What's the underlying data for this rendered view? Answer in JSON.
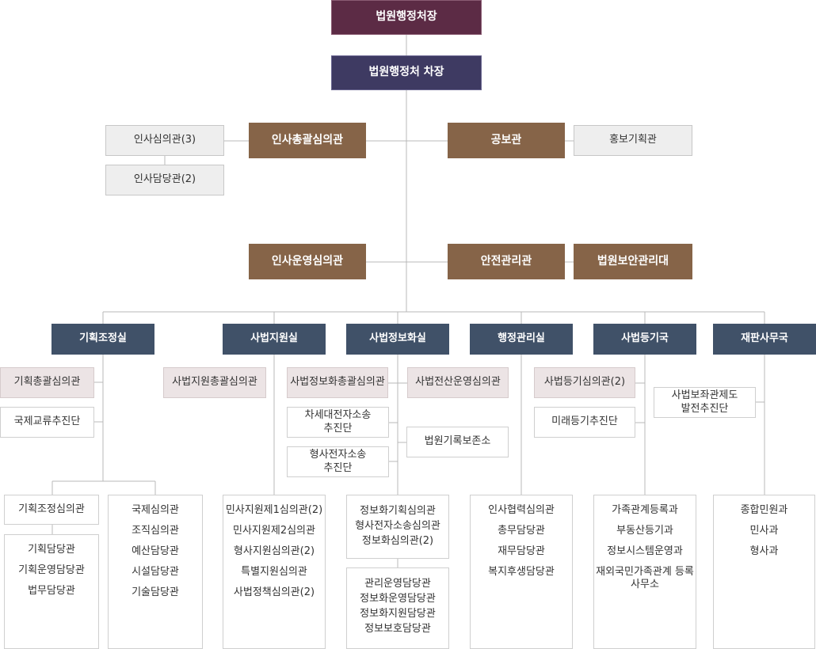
{
  "top": {
    "chief": "법원행정처장",
    "deputy": "법원행정처 차장"
  },
  "staff": {
    "hr_general": "인사총괄심의관",
    "hr_review": "인사심의관(3)",
    "hr_officer": "인사담당관(2)",
    "pr": "공보관",
    "pr_planning": "홍보기획관",
    "hr_ops": "인사운영심의관",
    "safety": "안전관리관",
    "security": "법원보안관리대"
  },
  "depts": {
    "planning": {
      "name": "기획조정실",
      "sub1": "기획총괄심의관",
      "sub2": "국제교류추진단",
      "box1_title": "기획조정심의관",
      "box1_items": [
        "기획담당관",
        "기획운영담당관",
        "법무담당관"
      ],
      "box2_items": [
        "국제심의관",
        "조직심의관",
        "예산담당관",
        "시설담당관",
        "기술담당관"
      ]
    },
    "judicial_support": {
      "name": "사법지원실",
      "sub1": "사법지원총괄심의관",
      "items": [
        "민사지원제1심의관(2)",
        "민사지원제2심의관",
        "형사지원심의관(2)",
        "특별지원심의관",
        "사법정책심의관(2)"
      ]
    },
    "it": {
      "name": "사법정보화실",
      "sub1": "사법정보화총괄심의관",
      "sub2": "사법전산운영심의관",
      "next_ecourt_1": "차세대전자소송",
      "next_ecourt_2": "추진단",
      "criminal_ecourt_1": "형사전자소송",
      "criminal_ecourt_2": "추진단",
      "archives": "법원기록보존소",
      "box1_items": [
        "정보화기획심의관",
        "형사전자소송심의관",
        "정보화심의관(2)"
      ],
      "box2_items": [
        "관리운영담당관",
        "정보화운영담당관",
        "정보화지원담당관",
        "정보보호담당관"
      ]
    },
    "admin": {
      "name": "행정관리실",
      "items": [
        "인사협력심의관",
        "총무담당관",
        "재무담당관",
        "복지후생담당관"
      ]
    },
    "registry": {
      "name": "사법등기국",
      "sub1": "사법등기심의관(2)",
      "sub2": "미래등기추진단",
      "items": [
        "가족관계등록과",
        "부동산등기과",
        "정보시스템운영과"
      ],
      "item_wrap_1": "재외국민가족관계",
      "item_wrap_2": "등록사무소"
    },
    "court_affairs": {
      "name": "재판사무국",
      "sub1_line1": "사법보좌관제도",
      "sub1_line2": "발전추진단",
      "items": [
        "종합민원과",
        "민사과",
        "형사과"
      ]
    }
  },
  "colors": {
    "chief_bg": "#5c2b45",
    "deputy_bg": "#3e3a62",
    "brown": "#866448",
    "navy": "#405168",
    "grey": "#eeeeee",
    "pink": "#ece4e5",
    "line": "#b8b8b8"
  }
}
